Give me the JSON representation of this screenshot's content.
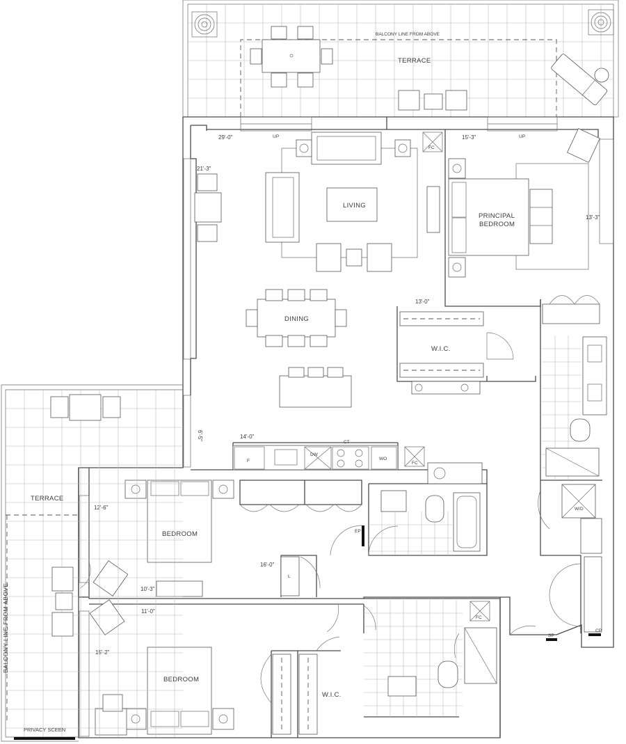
{
  "labels": {
    "terrace_top": "TERRACE",
    "balcony_line_top": "BALCONY LINE FROM ABOVE",
    "living": "LIVING",
    "dining": "DINING",
    "principal_bedroom_1": "PRINCIPAL",
    "principal_bedroom_2": "BEDROOM",
    "wic_top": "W.I.C.",
    "bedroom_mid": "BEDROOM",
    "bedroom_bottom": "BEDROOM",
    "wic_bottom": "W.I.C.",
    "terrace_left": "TERRACE",
    "balcony_line_left": "BALCONY LINE FROM ABOVE",
    "privacy_screen": "PRIVACY SCEEN"
  },
  "dimensions": {
    "living_width": "29'-0\"",
    "dining_depth": "21'-3\"",
    "principal_width": "15'-3\"",
    "principal_depth": "13'-3\"",
    "wic_width": "13'-0\"",
    "kitchen_width": "14'-0\"",
    "kitchen_side": "6'-5\"",
    "bedroom_mid_depth": "12'-6\"",
    "bedroom_mid_width": "16'-0\"",
    "closet_a": "10'-3\"",
    "closet_b": "11'-0\"",
    "bedroom_bottom_depth": "15'-2\""
  },
  "tags": {
    "up_left": "UP",
    "up_right": "UP",
    "fc_top": "FC",
    "fc_kitchen": "FC",
    "fc_bath": "FC",
    "fridge": "F",
    "dishwasher": "DW",
    "cooktop": "CT",
    "wall_oven": "WO",
    "electrical_panel": "EP",
    "linen": "L",
    "washer_dryer": "W/D",
    "sp": "SP",
    "cp": "CP"
  }
}
